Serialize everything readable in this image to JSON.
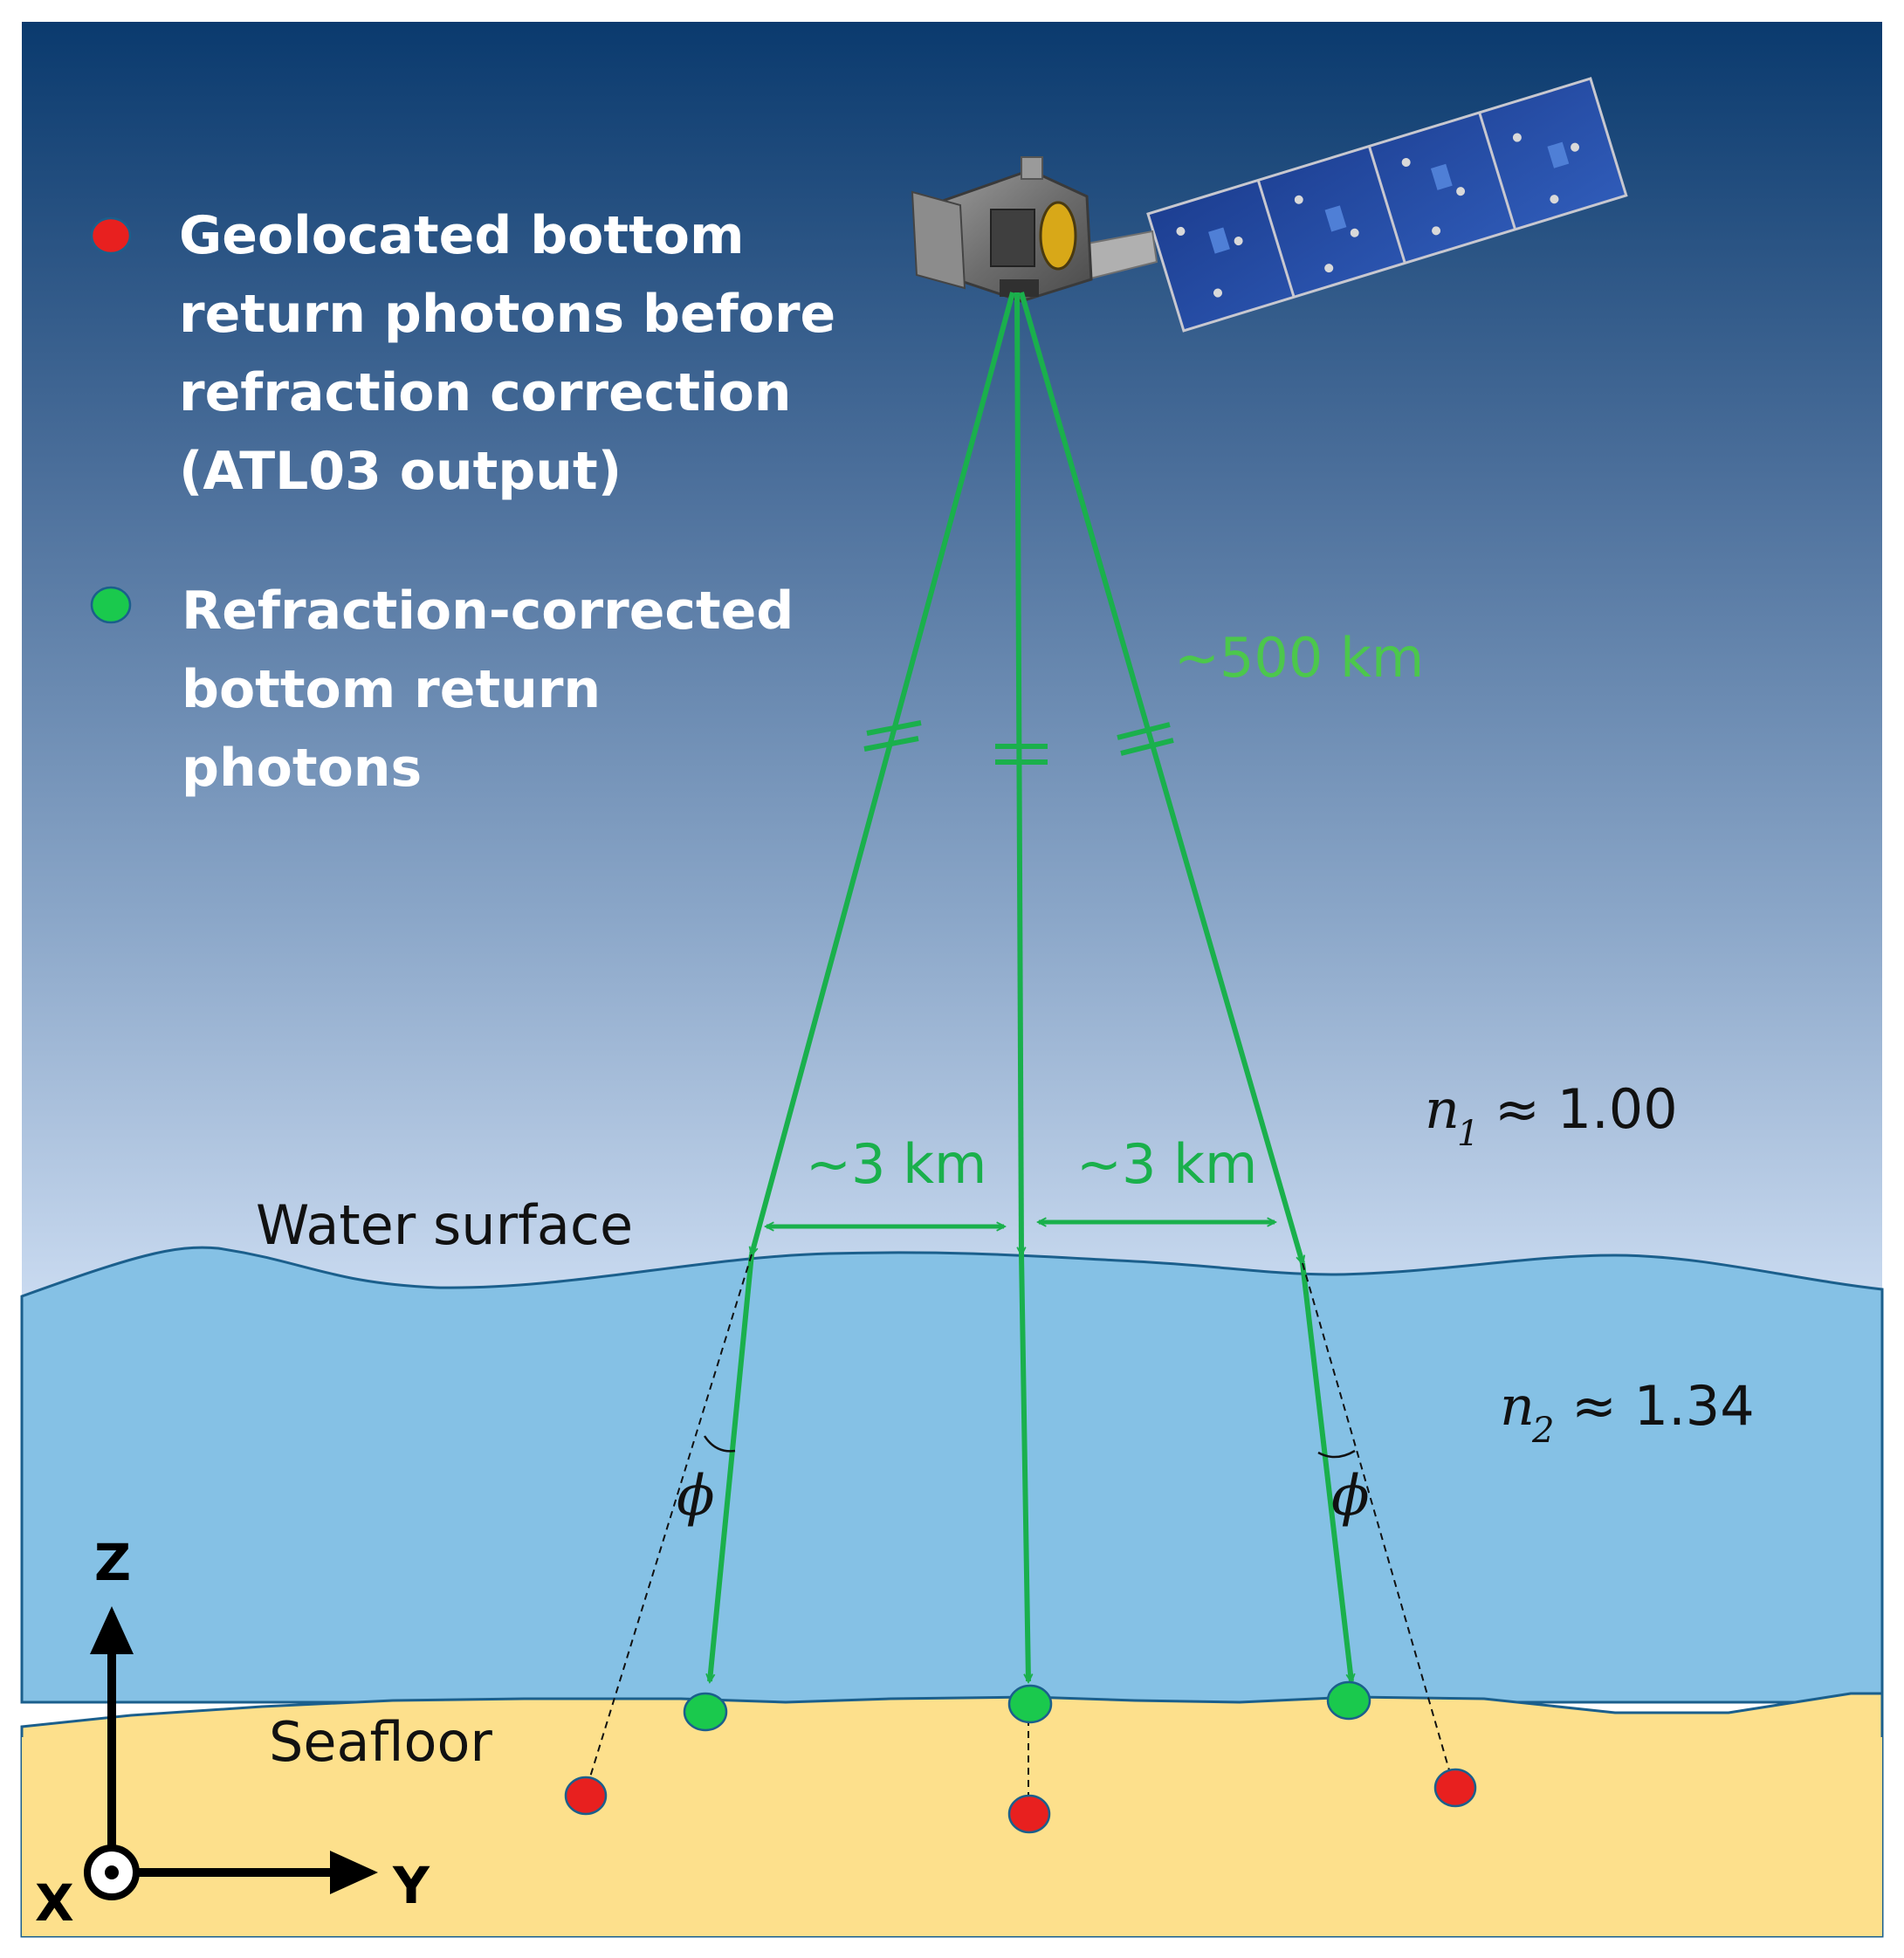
{
  "colors": {
    "sky_top": "#0a3a6e",
    "sky_bottom": "#c9daf0",
    "water": "#85c1e5",
    "water_line": "#1b5f8c",
    "seafloor": "#fde08c",
    "beam": "#1ab04c",
    "label_green": "#4cc74c",
    "red_dot": "#e8201f",
    "green_dot": "#1ac94d"
  },
  "legend": {
    "red_item": {
      "icon": "red-dot-icon",
      "lines": [
        "Geolocated bottom",
        "return photons before",
        "refraction correction",
        "(ATL03 output)"
      ]
    },
    "green_item": {
      "icon": "green-dot-icon",
      "lines": [
        "Refraction-corrected",
        "bottom return",
        "photons"
      ]
    }
  },
  "labels": {
    "altitude": "~500 km",
    "spacing_left": "~3 km",
    "spacing_right": "~3 km",
    "water_surface": "Water surface",
    "seafloor": "Seafloor",
    "n1_symbol": "n",
    "n1_sub": "1",
    "n1_value": "≈ 1.00",
    "n2_symbol": "n",
    "n2_sub": "2",
    "n2_value": "≈ 1.34",
    "phi_left": "ϕ",
    "phi_right": "ϕ"
  },
  "axes": {
    "z_label": "Z",
    "y_label": "Y",
    "x_label": "X"
  },
  "satellite": {
    "icon": "satellite-icon"
  }
}
